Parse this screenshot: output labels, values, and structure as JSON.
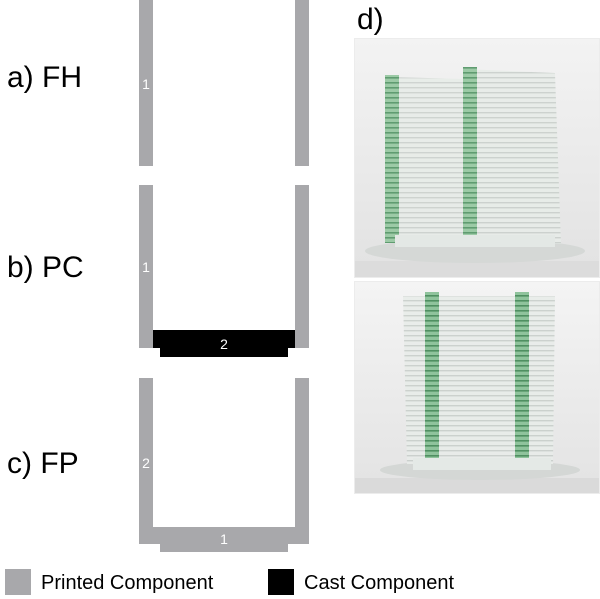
{
  "panels": {
    "a": {
      "label": "a) FH",
      "left_wall_number": "1"
    },
    "b": {
      "label": "b) PC",
      "left_wall_number": "1",
      "base_number": "2"
    },
    "c": {
      "label": "c) FP",
      "left_wall_number": "2",
      "base_number": "1"
    },
    "d": {
      "label": "d)"
    }
  },
  "legend": {
    "printed": "Printed Component",
    "cast": "Cast Component"
  },
  "colors": {
    "printed": "#a8a8ab",
    "cast": "#000000",
    "glass_edge_green": "#7fb88f"
  }
}
